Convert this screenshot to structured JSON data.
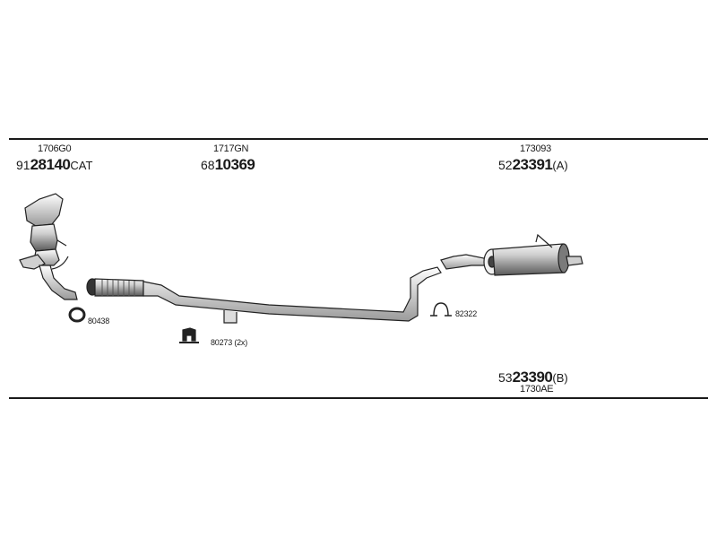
{
  "parts": {
    "catalytic": {
      "ref": "1706G0",
      "prefix": "91",
      "number": "28140",
      "suffix": "CAT"
    },
    "front_pipe": {
      "ref": "1717GN",
      "prefix": "68",
      "number": "10369",
      "suffix": ""
    },
    "rear_a": {
      "ref": "173093",
      "prefix": "52",
      "number": "23391",
      "suffix": "(A)"
    },
    "rear_b": {
      "ref": "1730AE",
      "prefix": "53",
      "number": "23390",
      "suffix": "(B)"
    }
  },
  "accessories": {
    "gasket": "80438",
    "hanger": "80273 (2x)",
    "clamp": "82322"
  }
}
